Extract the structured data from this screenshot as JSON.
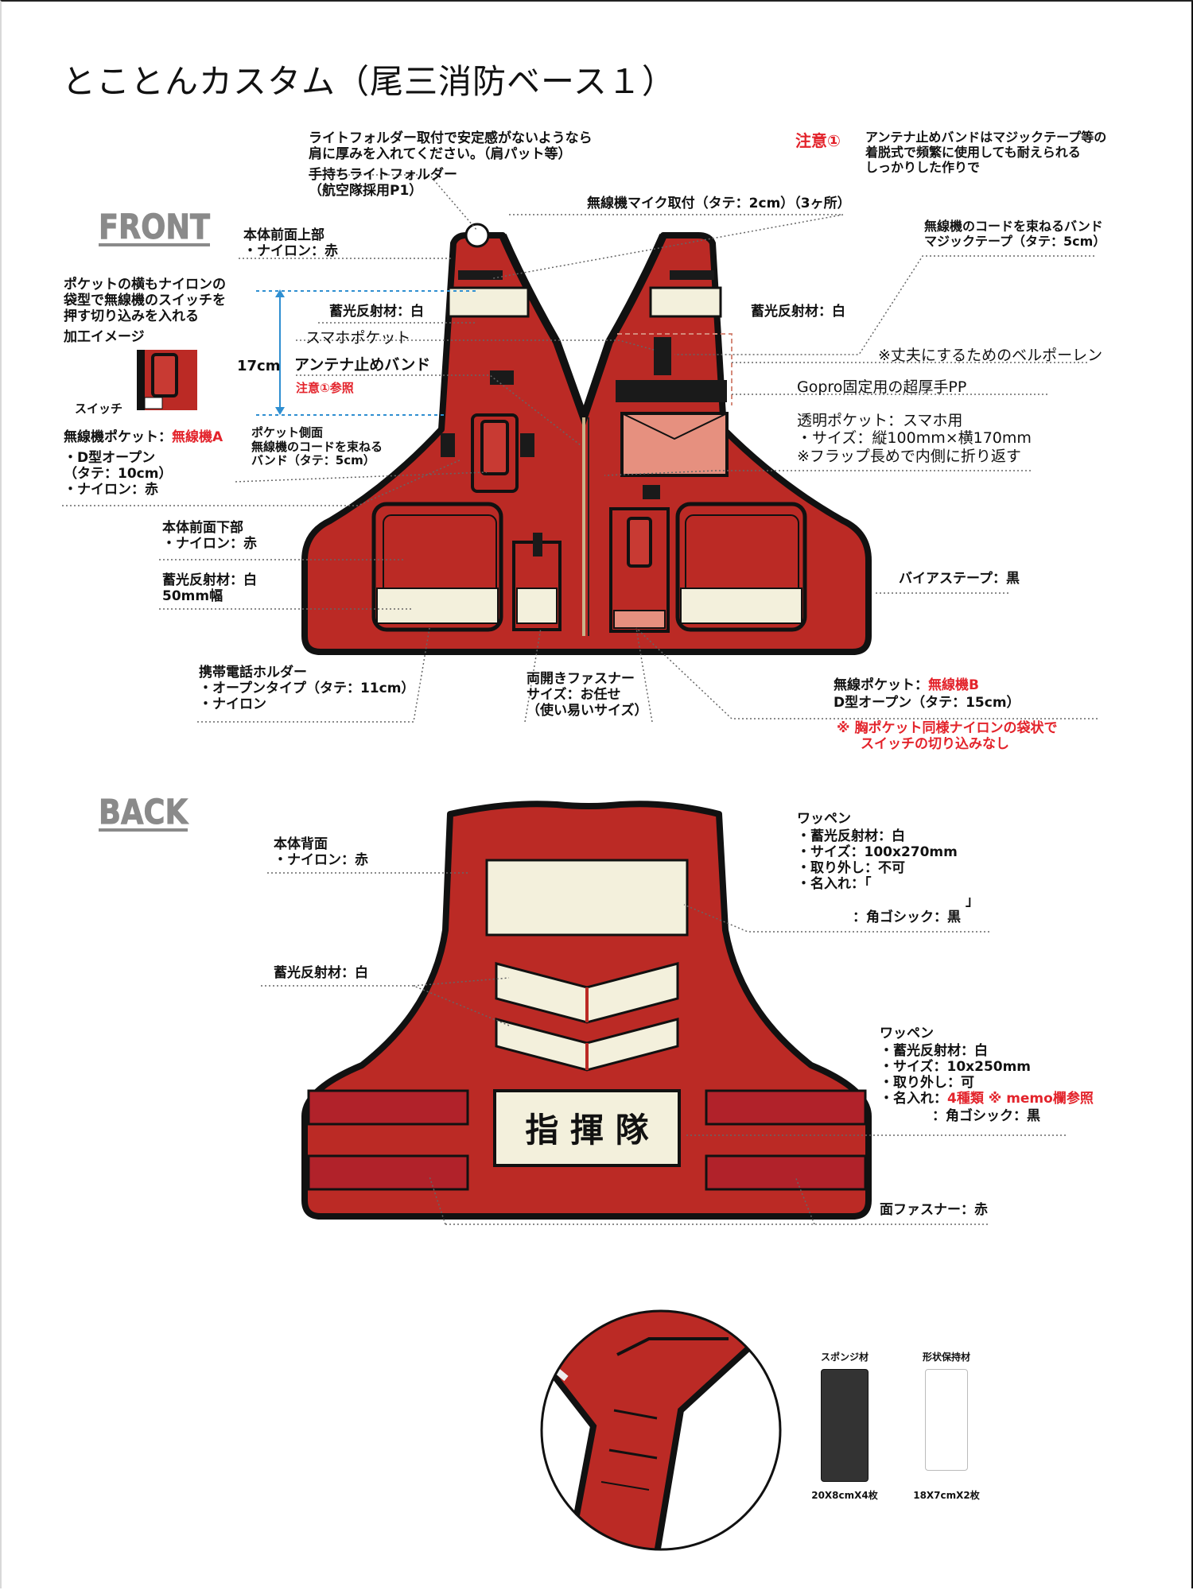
{
  "title": "とことんカスタム（尾三消防ベース１）",
  "sections": {
    "front": "FRONT",
    "back": "BACK"
  },
  "colors": {
    "vest_red": "#bb2a25",
    "reflective": "#f3f0dc",
    "accent_red": "#e3232b",
    "edge": "#111111",
    "dim_blue": "#2f8fd1"
  },
  "front": {
    "shoulder_pad_note": [
      "ライトフォルダー取付で安定感がないようなら",
      "肩に厚みを入れてください。（肩パット等）"
    ],
    "light_folder": [
      "手持ちライトフォルダー",
      "（航空隊採用P1）"
    ],
    "radio_mic_mount": "無線機マイク取付（タテ：2cm）（3ヶ所）",
    "caution_title": "注意①",
    "caution_text": [
      "アンテナ止めバンドはマジックテープ等の",
      "着脱式で頻繁に使用しても耐えられる",
      "しっかりした作りで"
    ],
    "body_front_upper": [
      "本体前面上部",
      "・ナイロン：赤"
    ],
    "cord_band": [
      "無線機のコードを束ねるバンド",
      "マジックテープ（タテ：5cm）"
    ],
    "pocket_side_note": [
      "ポケットの横もナイロンの",
      "袋型で無線機のスイッチを",
      "押す切り込みを入れる"
    ],
    "process_image_label": "加工イメージ",
    "switch_label": "スイッチ",
    "dimension": "17cm",
    "reflective_left": "蓄光反射材：白",
    "reflective_right": "蓄光反射材：白",
    "phone_pocket": "スマホポケット",
    "antenna_band": "アンテナ止めバンド",
    "caution_ref": "注意①参照",
    "belpolen_note": "※丈夫にするためのベルポーレン",
    "gopro_note": "Gopro固定用の超厚手PP",
    "clear_pocket": [
      "透明ポケット：スマホ用",
      "・サイズ：縦100mm×横170mm",
      "※フラップ長めで内側に折り返す"
    ],
    "radio_pocket_a_prefix": "無線機ポケット：",
    "radio_pocket_a_name": "無線機A",
    "radio_pocket_a_details": [
      "・D型オープン",
      "（タテ：10cm）",
      "・ナイロン：赤"
    ],
    "pocket_side_band": [
      "ポケット側面",
      "無線機のコードを束ねる",
      "バンド（タテ：5cm）"
    ],
    "body_front_lower": [
      "本体前面下部",
      "・ナイロン：赤"
    ],
    "reflective_50": [
      "蓄光反射材：白",
      "50mm幅"
    ],
    "bias_tape": "バイアステープ：黒",
    "phone_holder": [
      "携帯電話ホルダー",
      "・オープンタイプ（タテ：11cm）",
      "・ナイロン"
    ],
    "zipper": [
      "両開きファスナー",
      "サイズ：お任せ",
      "（使い易いサイズ）"
    ],
    "radio_pocket_b_prefix": "無線ポケット：",
    "radio_pocket_b_name": "無線機B",
    "radio_pocket_b_detail": "D型オープン（タテ：15cm）",
    "radio_pocket_b_note": [
      "※ 胸ポケット同様ナイロンの袋状で",
      "スイッチの切り込みなし"
    ]
  },
  "back": {
    "body_back": [
      "本体背面",
      "・ナイロン：赤"
    ],
    "patch1_title": "ワッペン",
    "patch1_details": [
      "・蓄光反射材：白",
      "・サイズ：100x270mm",
      "・取り外し：不可",
      "・名入れ：「"
    ],
    "patch1_bracket": "」",
    "patch1_font": "：角ゴシック：黒",
    "reflective_chevron": "蓄光反射材：白",
    "patch2_title": "ワッペン",
    "patch2_details": [
      "・蓄光反射材：白",
      "・サイズ：10x250mm",
      "・取り外し：可"
    ],
    "patch2_name_prefix": "・名入れ：",
    "patch2_name_value": "4種類 ※ memo欄参照",
    "patch2_font": "：角ゴシック：黒",
    "name_plate": "指 揮 隊",
    "velcro": "面ファスナー：赤"
  },
  "materials": [
    {
      "label": "スポンジ材",
      "size": "20X8cmX4枚",
      "color": "#333333"
    },
    {
      "label": "形状保持材",
      "size": "18X7cmX2枚",
      "color": "#ffffff"
    }
  ]
}
